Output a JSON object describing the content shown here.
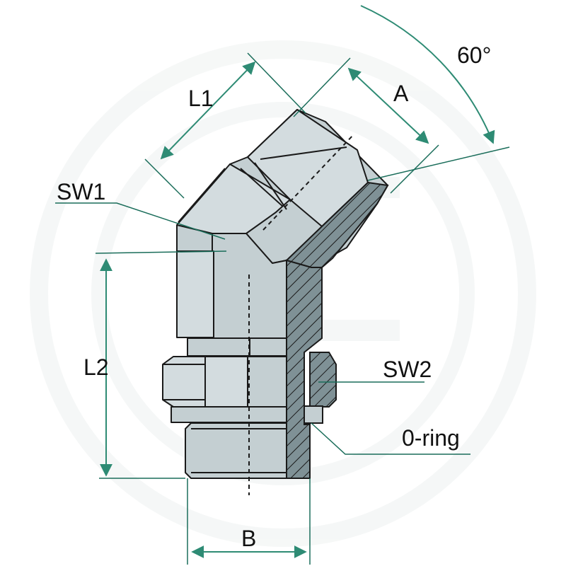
{
  "labels": {
    "l1": "L1",
    "a": "A",
    "angle": "60°",
    "sw1": "SW1",
    "l2": "L2",
    "sw2": "SW2",
    "oring": "0-ring",
    "b": "B"
  },
  "colors": {
    "dimension_line": "#2e8b74",
    "part_fill": "#c4cfd2",
    "outline": "#1a1a1a",
    "watermark": "#eef2f1"
  }
}
